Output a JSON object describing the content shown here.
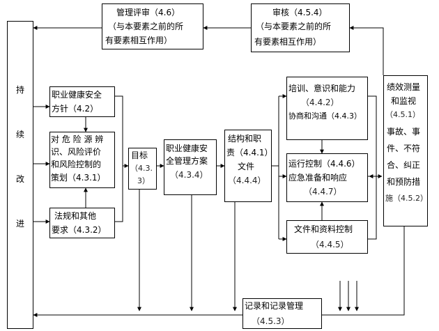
{
  "continuous_improvement": [
    "持",
    "续",
    "改",
    "进"
  ],
  "management_review": {
    "line1": "管理评审（4.6）",
    "line2": "（与本要素之前的所",
    "line3": "有要素相互作用）"
  },
  "audit": {
    "line1": "审核（4.5.4）",
    "line2": "（与本要素之前的所",
    "line3": "有要素相互作用）"
  },
  "policy": {
    "line1": "职业健康安全",
    "line2": "方针（4.2）"
  },
  "hazard_planning": {
    "line1": "对 危 险 源 辨",
    "line2": "识、风险评价",
    "line3": "和风险控制的",
    "line4": "策划（4.3.1）"
  },
  "legal": {
    "line1": "法规和其他",
    "line2": "要求（4.3.2）"
  },
  "objectives": {
    "line1": "目标",
    "line2": "（4.3.",
    "line3": "3）"
  },
  "programme": {
    "line1": "职业健康安",
    "line2": "全管理方案",
    "line3": "（4.3.4）"
  },
  "structure": {
    "line1": "结构和职",
    "line2": "责（4.4.1）",
    "line3": "文件",
    "line4": "（4.4.4）"
  },
  "training": {
    "line1": "培训、意识和能力",
    "line2": "（4.4.2）",
    "line3": "协商和沟通（4.4.3）"
  },
  "operation": {
    "line1": "运行控制（4.4.6）",
    "line2": "应急准备和响应",
    "line3": "（4.4.7）"
  },
  "documents": {
    "line1": "文件和资料控制",
    "line2": "（4.4.5）"
  },
  "performance": {
    "line1": "绩效测量",
    "line2": "和监视",
    "line3": "（4.5.1）",
    "line4": "事故、事",
    "line5": "件、不符",
    "line6": "合、纠正",
    "line7": "和预防措",
    "line8": "施（4.5.2）"
  },
  "records": {
    "line1": "记录和记录管理",
    "line2": "（4.5.3）"
  }
}
